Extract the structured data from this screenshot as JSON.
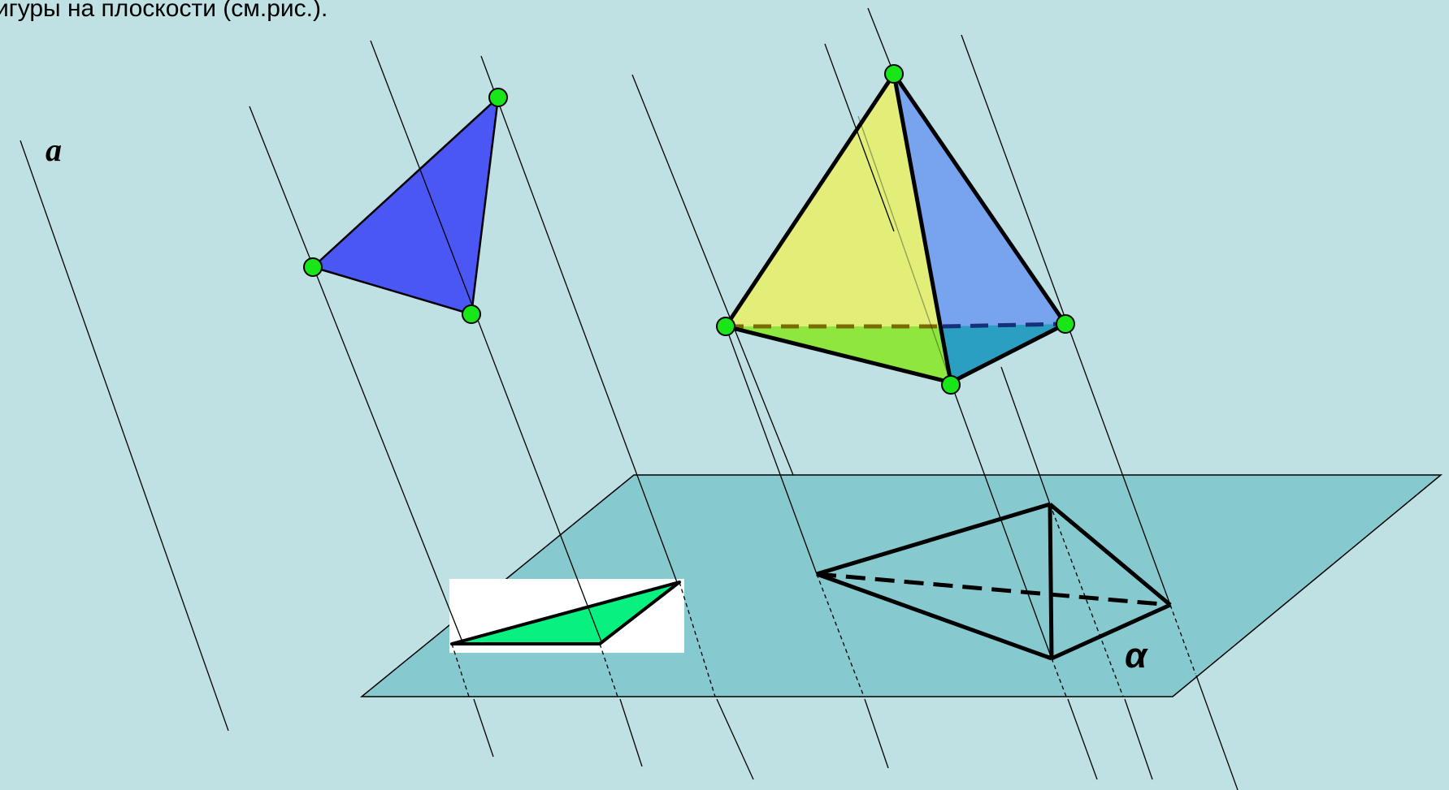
{
  "caption_fragment": "игуры на плоскости (см.рис.).",
  "labels": {
    "line_a": "a",
    "plane_alpha": "α"
  },
  "colors": {
    "background": "#bfe1e4",
    "plane_fill": "#86c9cf",
    "triangle_blue": "#4a57f4",
    "pyramid_yellow": "#e2ee78",
    "pyramid_blue": "#78a3ee",
    "pyramid_green": "#8fe63f",
    "pyramid_teal": "#2b9fc2",
    "vertex_green": "#19e619",
    "projection_green": "#08f080"
  }
}
